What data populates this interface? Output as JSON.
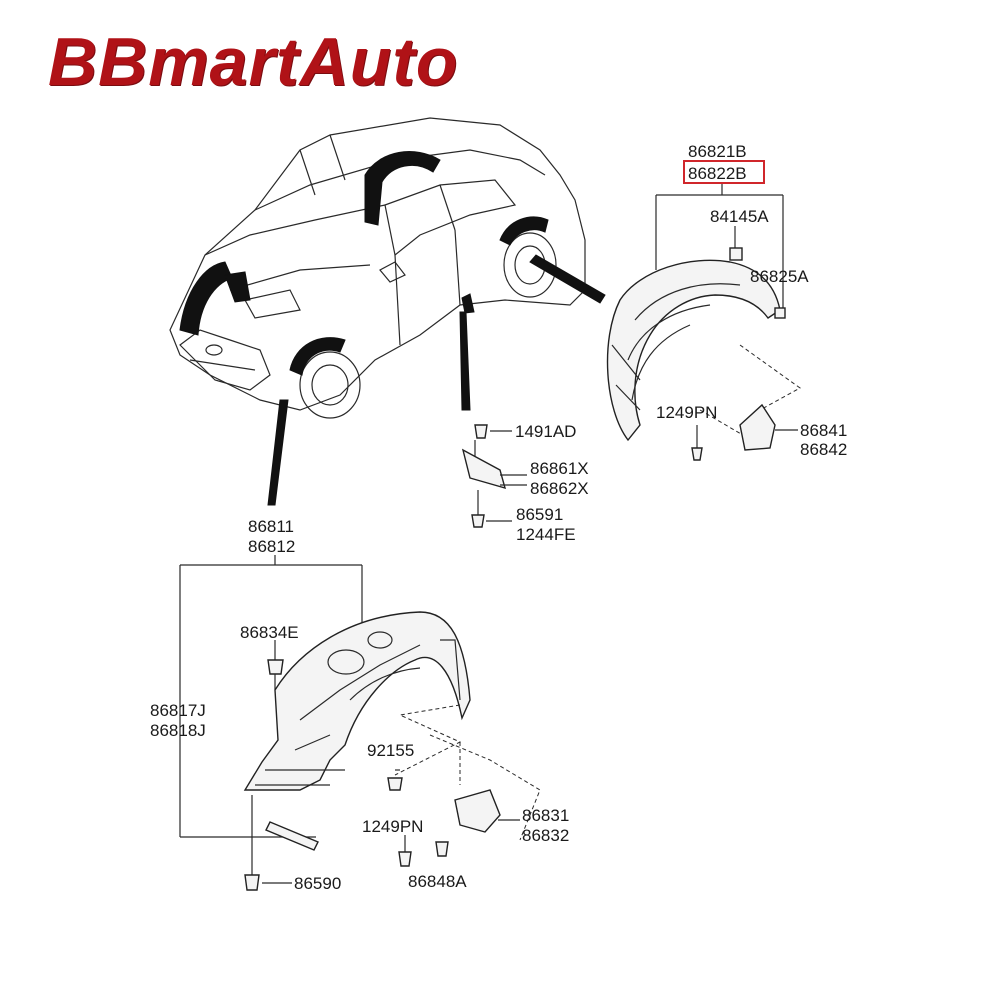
{
  "brand": {
    "logo_text": "BBmartAuto",
    "color": "#b01217"
  },
  "highlight_color": "#d0262b",
  "callouts": {
    "rear_liner": {
      "line1": "86821B",
      "line2": "86822B"
    },
    "clip_84145A": "84145A",
    "screw_86825A": "86825A",
    "screw_1249PN_rear": "1249PN",
    "guard_86841": "86841",
    "guard_86842": "86842",
    "nut_1491AD": "1491AD",
    "bracket_86861X": "86861X",
    "bracket_86862X": "86862X",
    "bolt_86591": "86591",
    "bolt_1244FE": "1244FE",
    "front_liner": {
      "line1": "86811",
      "line2": "86812"
    },
    "clip_86834E": "86834E",
    "panel_86817J": "86817J",
    "panel_86818J": "86818J",
    "bolt_92155": "92155",
    "screw_1249PN_front": "1249PN",
    "guard_86831": "86831",
    "guard_86832": "86832",
    "clip_86848A": "86848A",
    "screw_86590": "86590"
  }
}
